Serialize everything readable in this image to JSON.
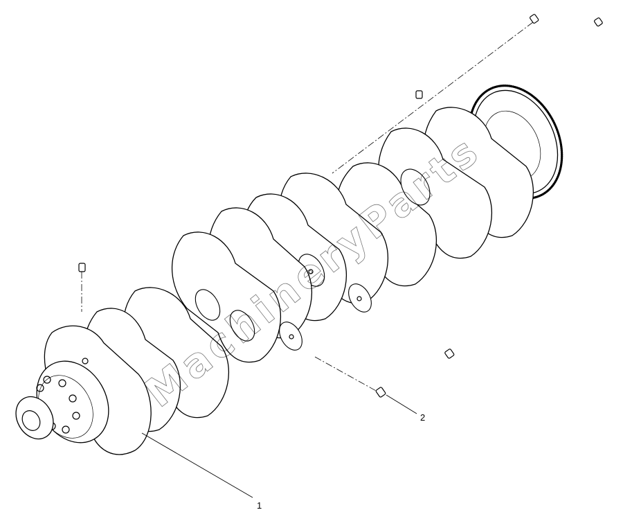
{
  "diagram": {
    "callouts": [
      {
        "id": "1",
        "label": "1"
      },
      {
        "id": "2",
        "label": "2"
      }
    ]
  },
  "watermark": {
    "text": "MachineryParts"
  },
  "colors": {
    "line": "#000000",
    "background": "#ffffff"
  }
}
